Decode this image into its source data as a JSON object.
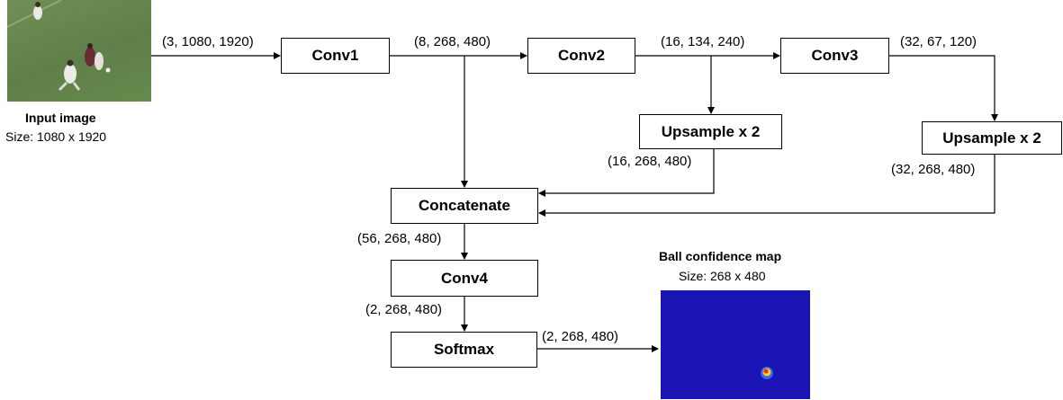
{
  "input": {
    "title": "Input image",
    "size": "Size: 1080 x 1920"
  },
  "output": {
    "title": "Ball confidence map",
    "size": "Size: 268 x 480"
  },
  "nodes": {
    "conv1": "Conv1",
    "conv2": "Conv2",
    "conv3": "Conv3",
    "up2": "Upsample x 2",
    "up3": "Upsample x 2",
    "concat": "Concatenate",
    "conv4": "Conv4",
    "softmax": "Softmax"
  },
  "shapes": {
    "input_conv1": "(3, 1080, 1920)",
    "conv1_out": "(8, 268, 480)",
    "conv2_out": "(16, 134, 240)",
    "conv3_out": "(32, 67, 120)",
    "up2_out": "(16, 268, 480)",
    "up3_out": "(32, 268, 480)",
    "concat_out": "(56, 268, 480)",
    "conv4_out": "(2, 268, 480)",
    "softmax_out": "(2, 268, 480)"
  },
  "colors": {
    "field_green": "#6b8c52",
    "map_blue": "#1a14b4"
  }
}
